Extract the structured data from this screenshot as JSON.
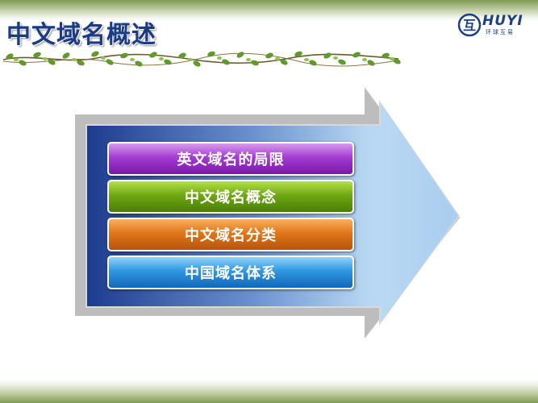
{
  "header": {
    "title": "中文域名概述"
  },
  "logo": {
    "mark": "互",
    "name": "HUYI",
    "tagline": "环球互易"
  },
  "menu": {
    "items": [
      {
        "label": "英文域名的局限",
        "color": "#a43cd2"
      },
      {
        "label": "中文域名概念",
        "color": "#6fa813"
      },
      {
        "label": "中文域名分类",
        "color": "#e0761a"
      },
      {
        "label": "中国域名体系",
        "color": "#2f97e2"
      }
    ]
  },
  "decor": {
    "band_color": "#7f9a54",
    "arrow_light": "#b6d6f2",
    "arrow_dark": "#1d3b8e"
  }
}
